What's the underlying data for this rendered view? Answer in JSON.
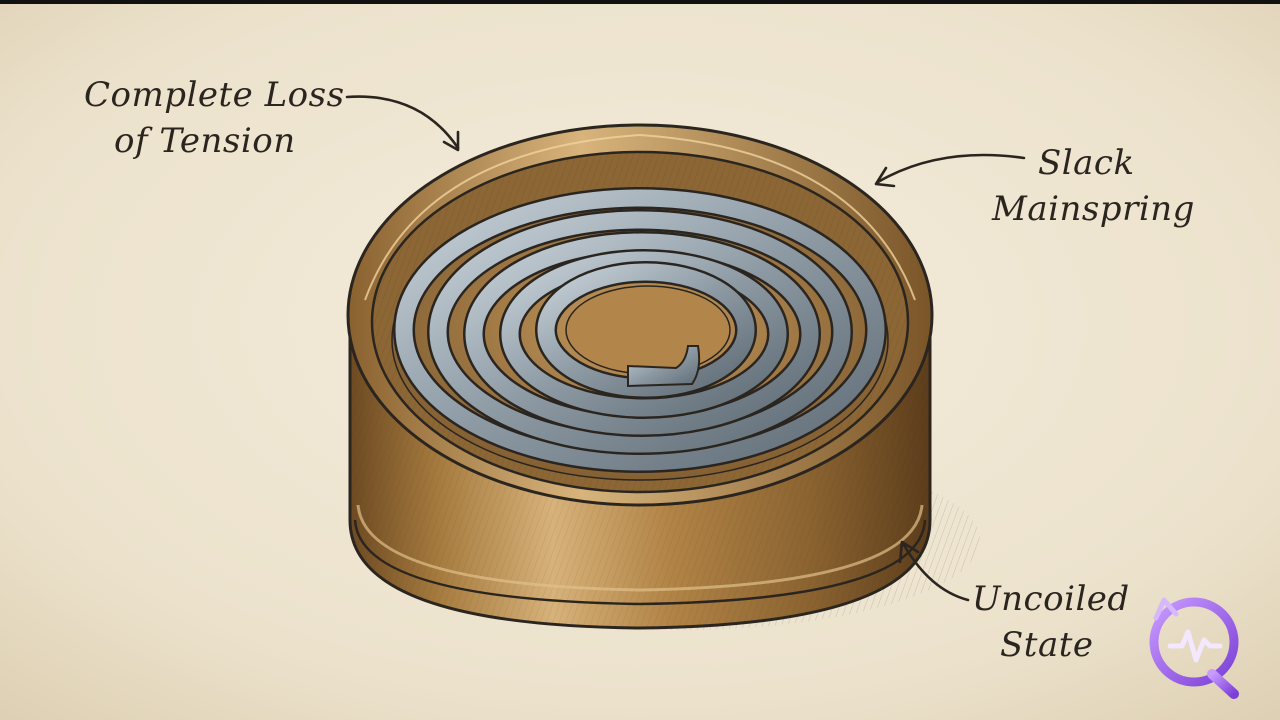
{
  "labels": {
    "loss": {
      "line1": "Complete Loss",
      "line2": "of Tension"
    },
    "slack": {
      "line1": "Slack",
      "line2": "Mainspring"
    },
    "uncoiled": {
      "line1": "Uncoiled",
      "line2": "State"
    }
  },
  "icons": {
    "logo": "pulse-refresh-logo-icon",
    "arrows": "curved-pointer-arrow-icon"
  },
  "colors": {
    "paper": "#efe6d3",
    "brass": "#b88a48",
    "brass_dark": "#6e4a22",
    "steel": "#8d9aa4",
    "ink": "#2b2520",
    "logo_purple": "#9b5de5"
  }
}
